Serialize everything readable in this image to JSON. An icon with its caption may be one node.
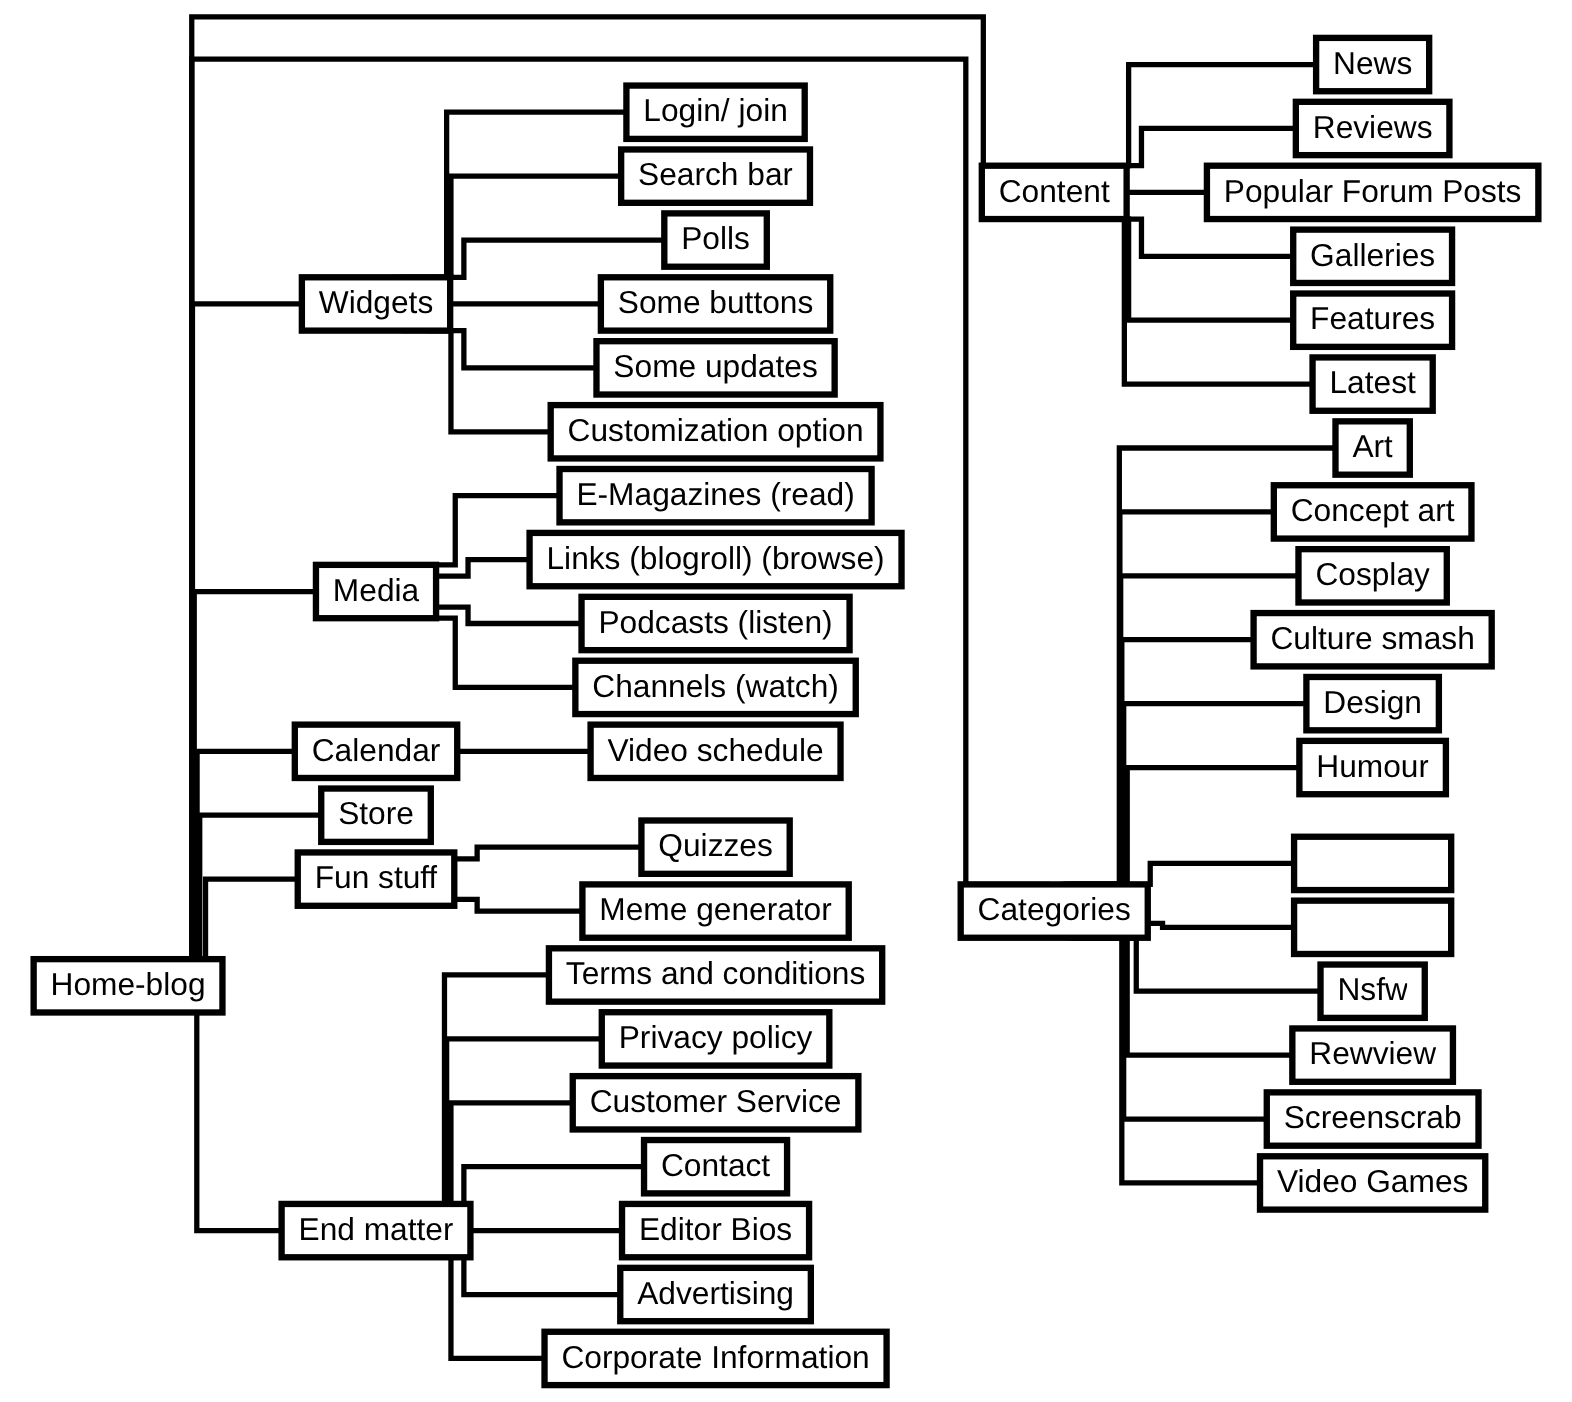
{
  "diagram": {
    "nodes": [
      {
        "text": [
          "Home-blog"
        ]
      },
      {
        "text": [
          "Content"
        ]
      },
      {
        "text": [
          "Categories"
        ]
      },
      {
        "text": [
          "Widgets"
        ]
      },
      {
        "text": [
          "Media"
        ]
      },
      {
        "text": [
          "Calendar"
        ]
      },
      {
        "text": [
          "Store"
        ]
      },
      {
        "text": [
          "Fun stuff"
        ]
      },
      {
        "text": [
          "End matter"
        ]
      },
      {
        "text": [
          "News"
        ]
      },
      {
        "text": [
          "Reviews"
        ]
      },
      {
        "text": [
          "Popular Forum Posts"
        ]
      },
      {
        "text": [
          "Galleries"
        ]
      },
      {
        "text": [
          "Features"
        ]
      },
      {
        "text": [
          "Latest"
        ]
      },
      {
        "text": [
          "Art"
        ]
      },
      {
        "text": [
          "Concept art"
        ]
      },
      {
        "text": [
          "Cosplay"
        ]
      },
      {
        "text": [
          "Culture smash"
        ]
      },
      {
        "text": [
          "Design"
        ]
      },
      {
        "text": [
          "Humour"
        ]
      },
      {
        "text": [],
        "shape": "box"
      },
      {
        "text": [],
        "shape": "box"
      },
      {
        "text": [
          "Nsfw"
        ]
      },
      {
        "text": [
          "Rewview"
        ]
      },
      {
        "text": [
          "Screenscrab"
        ]
      },
      {
        "text": [
          "Video Games"
        ]
      },
      {
        "text": [
          "Login/ join"
        ]
      },
      {
        "text": [
          "Search bar"
        ]
      },
      {
        "text": [
          "Polls"
        ]
      },
      {
        "text": [
          "Some buttons"
        ]
      },
      {
        "text": [
          "Some updates"
        ]
      },
      {
        "text": [
          "Customization option"
        ]
      },
      {
        "text": [
          "E-Magazines (read)"
        ]
      },
      {
        "text": [
          "Links (blogroll) (browse)"
        ]
      },
      {
        "text": [
          "Podcasts (listen)"
        ]
      },
      {
        "text": [
          "Channels (watch)"
        ]
      },
      {
        "text": [
          "Video schedule"
        ]
      },
      {
        "text": [
          "Quizzes"
        ]
      },
      {
        "text": [
          "Meme generator"
        ]
      },
      {
        "text": [
          "Terms and conditions"
        ]
      },
      {
        "text": [
          "Privacy policy"
        ]
      },
      {
        "text": [
          "Customer Service"
        ]
      },
      {
        "text": [
          "Contact"
        ]
      },
      {
        "text": [
          "Editor Bios"
        ]
      },
      {
        "text": [
          "Advertising"
        ]
      },
      {
        "text": [
          "Corporate Information"
        ]
      }
    ],
    "edges": [
      {
        "from": 0,
        "to": 1,
        "arrow": "none"
      },
      {
        "from": 0,
        "to": 2,
        "arrow": "none"
      },
      {
        "from": 0,
        "to": 3,
        "arrow": "none"
      },
      {
        "from": 0,
        "to": 4,
        "arrow": "none"
      },
      {
        "from": 0,
        "to": 5,
        "arrow": "none"
      },
      {
        "from": 0,
        "to": 6,
        "arrow": "none"
      },
      {
        "from": 0,
        "to": 7,
        "arrow": "none"
      },
      {
        "from": 0,
        "to": 8,
        "arrow": "none"
      },
      {
        "from": 1,
        "to": 9,
        "arrow": "none"
      },
      {
        "from": 1,
        "to": 10,
        "arrow": "none"
      },
      {
        "from": 1,
        "to": 11,
        "arrow": "none"
      },
      {
        "from": 1,
        "to": 12,
        "arrow": "none"
      },
      {
        "from": 1,
        "to": 13,
        "arrow": "none"
      },
      {
        "from": 1,
        "to": 14,
        "arrow": "none"
      },
      {
        "from": 2,
        "to": 15,
        "arrow": "none"
      },
      {
        "from": 2,
        "to": 16,
        "arrow": "none"
      },
      {
        "from": 2,
        "to": 17,
        "arrow": "none"
      },
      {
        "from": 2,
        "to": 18,
        "arrow": "none"
      },
      {
        "from": 2,
        "to": 19,
        "arrow": "none"
      },
      {
        "from": 2,
        "to": 20,
        "arrow": "none"
      },
      {
        "from": 2,
        "to": 21,
        "arrow": "none"
      },
      {
        "from": 2,
        "to": 22,
        "arrow": "none"
      },
      {
        "from": 2,
        "to": 23,
        "arrow": "none"
      },
      {
        "from": 2,
        "to": 24,
        "arrow": "none"
      },
      {
        "from": 2,
        "to": 25,
        "arrow": "none"
      },
      {
        "from": 2,
        "to": 26,
        "arrow": "none"
      },
      {
        "from": 3,
        "to": 27,
        "arrow": "none"
      },
      {
        "from": 3,
        "to": 28,
        "arrow": "none"
      },
      {
        "from": 3,
        "to": 29,
        "arrow": "none"
      },
      {
        "from": 3,
        "to": 30,
        "arrow": "none"
      },
      {
        "from": 3,
        "to": 31,
        "arrow": "none"
      },
      {
        "from": 3,
        "to": 32,
        "arrow": "none"
      },
      {
        "from": 4,
        "to": 33,
        "arrow": "none"
      },
      {
        "from": 4,
        "to": 34,
        "arrow": "none"
      },
      {
        "from": 4,
        "to": 35,
        "arrow": "none"
      },
      {
        "from": 4,
        "to": 36,
        "arrow": "none"
      },
      {
        "from": 5,
        "to": 37,
        "arrow": "none"
      },
      {
        "from": 7,
        "to": 38,
        "arrow": "none"
      },
      {
        "from": 7,
        "to": 39,
        "arrow": "none"
      },
      {
        "from": 8,
        "to": 40,
        "arrow": "none"
      },
      {
        "from": 8,
        "to": 41,
        "arrow": "none"
      },
      {
        "from": 8,
        "to": 42,
        "arrow": "none"
      },
      {
        "from": 8,
        "to": 43,
        "arrow": "none"
      },
      {
        "from": 8,
        "to": 44,
        "arrow": "none"
      },
      {
        "from": 8,
        "to": 45,
        "arrow": "none"
      },
      {
        "from": 8,
        "to": 46,
        "arrow": "none"
      }
    ]
  }
}
